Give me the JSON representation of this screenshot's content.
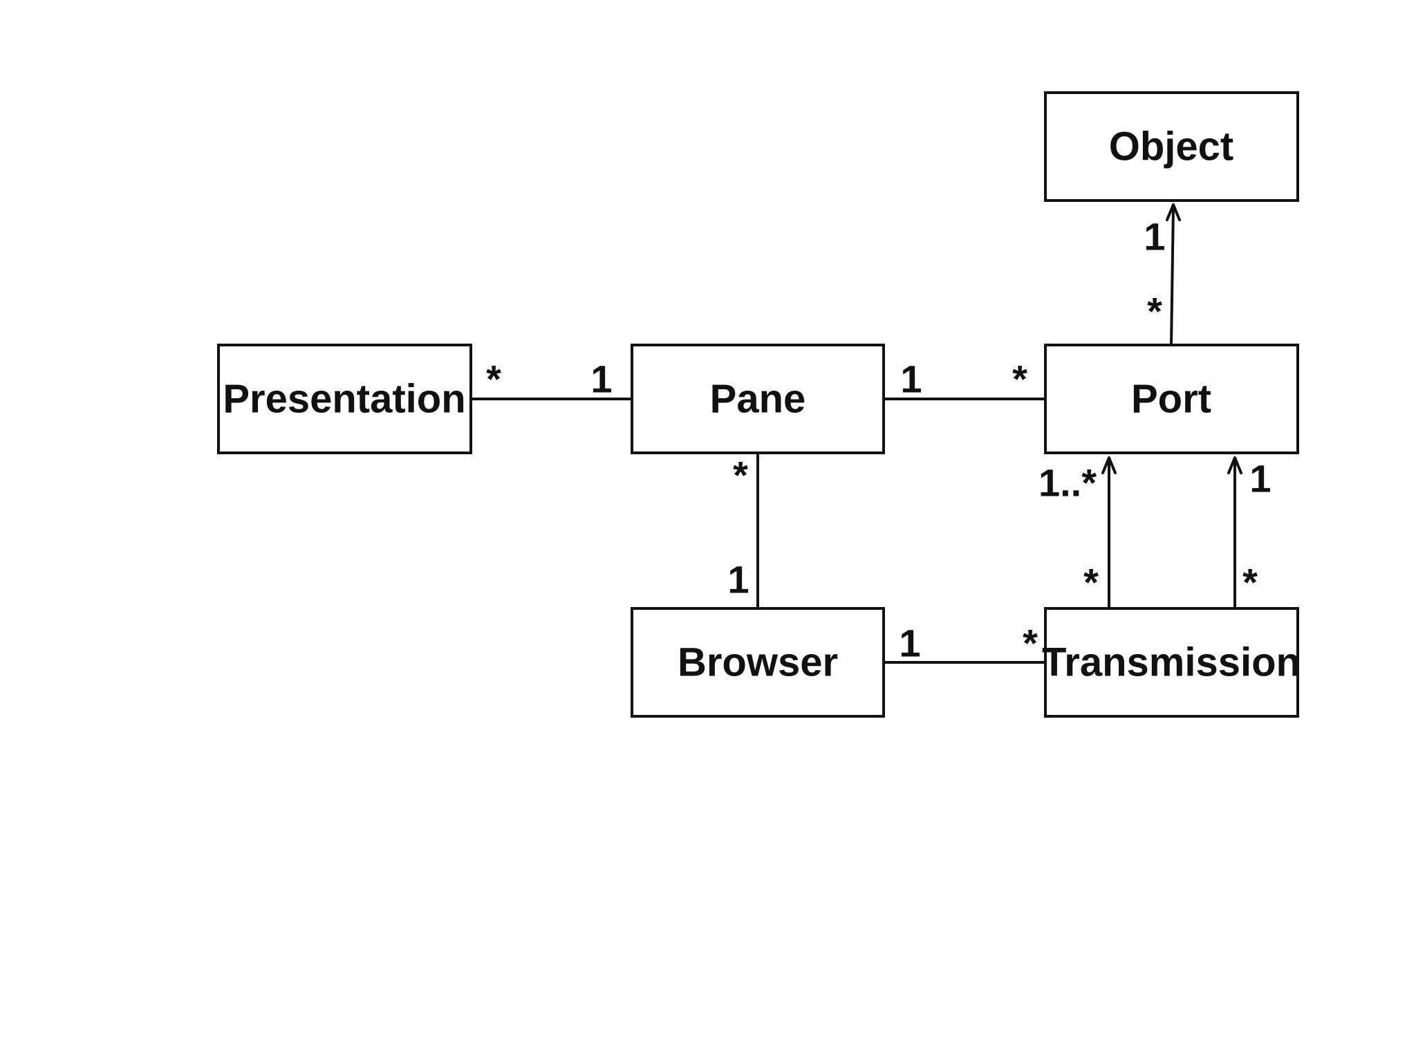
{
  "classes": {
    "object": "Object",
    "presentation": "Presentation",
    "pane": "Pane",
    "port": "Port",
    "browser": "Browser",
    "transmission": "Transmission"
  },
  "multiplicities": {
    "port_object_object_end": "1",
    "port_object_port_end": "*",
    "presentation_pane_presentation_end": "*",
    "presentation_pane_pane_end": "1",
    "pane_port_pane_end": "1",
    "pane_port_port_end": "*",
    "pane_browser_pane_end": "*",
    "pane_browser_browser_end": "1",
    "transmission_port_a_port_end": "1..*",
    "transmission_port_a_transmission_end": "*",
    "transmission_port_b_port_end": "1",
    "transmission_port_b_transmission_end": "*",
    "browser_transmission_browser_end": "1",
    "browser_transmission_transmission_end": "*"
  },
  "colors": {
    "stroke": "#111111",
    "background": "#ffffff"
  }
}
